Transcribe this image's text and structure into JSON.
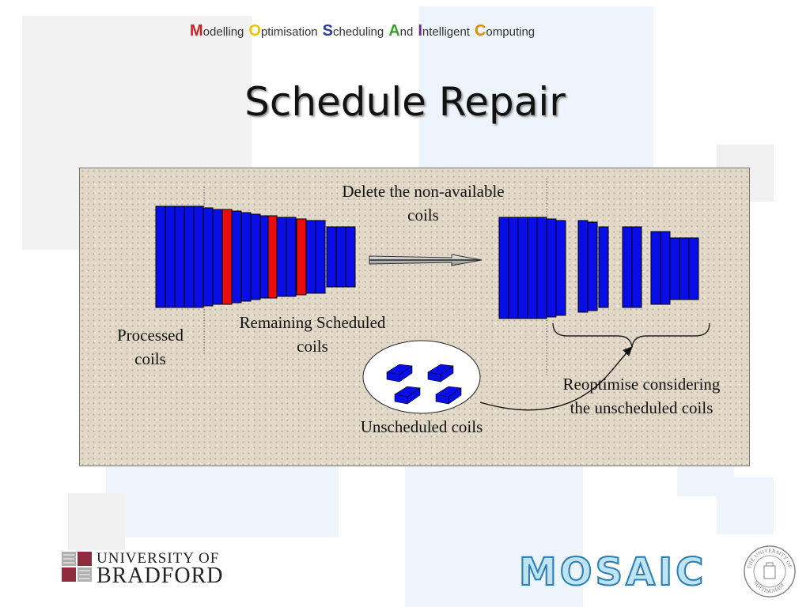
{
  "banner": {
    "segments": [
      {
        "cap": "M",
        "rest": "odelling",
        "color": "#cc2222"
      },
      {
        "cap": "O",
        "rest": "ptimisation",
        "color": "#e6c800"
      },
      {
        "cap": "S",
        "rest": "cheduling",
        "color": "#2c3a9e"
      },
      {
        "cap": "A",
        "rest": "nd",
        "color": "#3aa02c"
      },
      {
        "cap": "I",
        "rest": "ntelligent",
        "color": "#6a2a8c"
      },
      {
        "cap": "C",
        "rest": "omputing",
        "color": "#e08a00"
      }
    ]
  },
  "title": "Schedule Repair",
  "diagram": {
    "delete_label_1": "Delete the non-available",
    "delete_label_2": "coils",
    "processed_label_1": "Processed",
    "processed_label_2": "coils",
    "remaining_label_1": "Remaining Scheduled",
    "remaining_label_2": "coils",
    "unscheduled_label": "Unscheduled coils",
    "reoptimise_label_1": "Reoptimise considering",
    "reoptimise_label_2": "the unscheduled coils"
  },
  "colors": {
    "coil_blue": "#0a0ee6",
    "coil_red": "#e80c0c",
    "panel_bg": "#e2d8c8",
    "background_block": "#eef4fb"
  },
  "logos": {
    "university_line1": "UNIVERSITY OF",
    "university_line2": "BRADFORD",
    "mosaic": "MOSAIC",
    "seal_top": "THE UNIVERSITY OF",
    "seal_bottom": "NOTTINGHAM"
  }
}
